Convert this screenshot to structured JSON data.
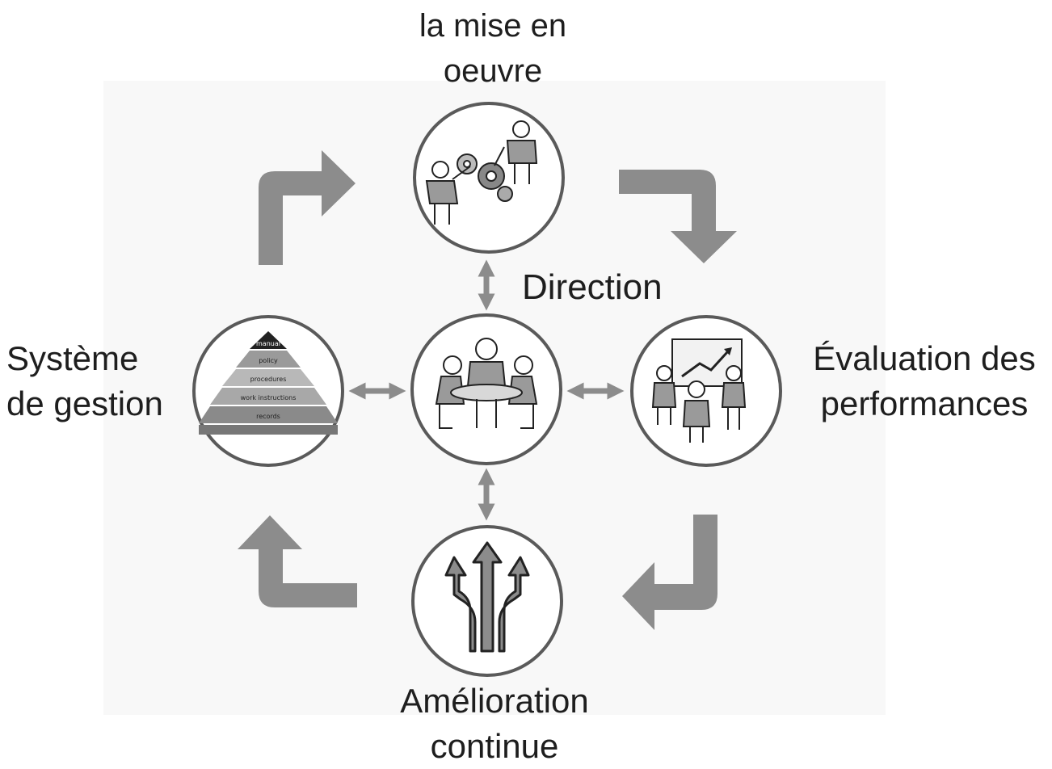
{
  "labels": {
    "top": "la mise en\noeuvre",
    "center": "Direction",
    "left": "Système\nde gestion",
    "right": "Évaluation des\nperformances",
    "bottom": "Amélioration\ncontinue"
  },
  "pyramid": [
    "manual",
    "policy",
    "procedures",
    "work instructions",
    "records"
  ],
  "icons": {
    "top": "people-gears-icon",
    "center": "meeting-table-icon",
    "left": "document-pyramid-icon",
    "right": "presentation-board-icon",
    "bottom": "diverging-arrows-icon"
  },
  "colors": {
    "arrow": "#8c8c8c",
    "circle": "#5a5a5a",
    "background_panel": "#f8f8f8"
  }
}
